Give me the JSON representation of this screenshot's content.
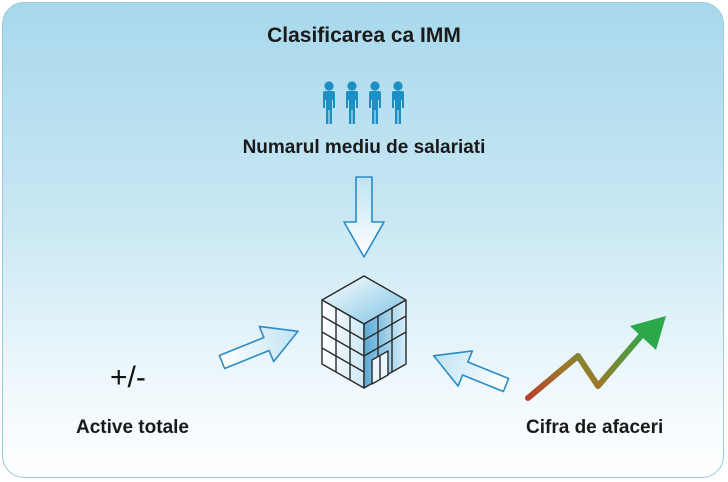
{
  "diagram": {
    "title": "Clasificarea ca IMM",
    "top_criterion": {
      "label": "Numarul mediu de salariati",
      "icon": "people-group-icon"
    },
    "left_criterion": {
      "label": "Active totale",
      "symbol": "+/-"
    },
    "right_criterion": {
      "label": "Cifra de afaceri",
      "icon": "growth-arrow-icon"
    },
    "center_icon": "building-cube-icon",
    "colors": {
      "background_top": "#a8d8ec",
      "background_bottom": "#ffffff",
      "people": "#1e8fc4",
      "arrow_fill": "#d8eff8",
      "arrow_stroke": "#2b8cc4",
      "growth_start": "#b8402c",
      "growth_end": "#2aa84a"
    }
  }
}
